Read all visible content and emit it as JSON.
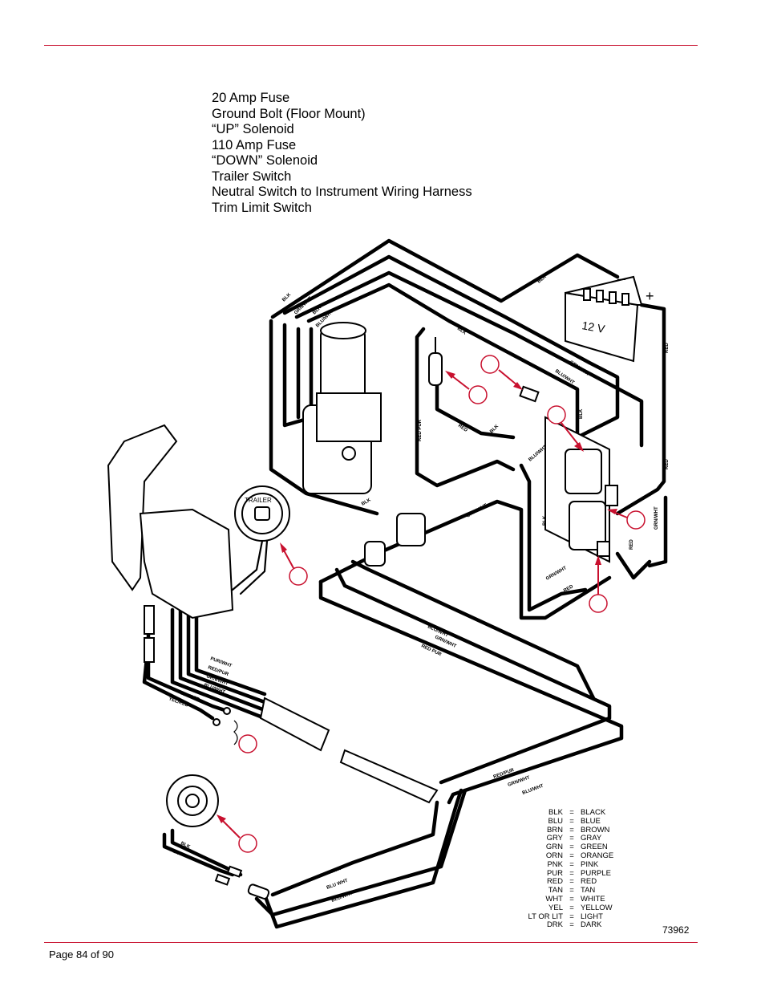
{
  "parts_list": [
    "20 Amp Fuse",
    "Ground Bolt (Floor Mount)",
    "“UP” Solenoid",
    "110 Amp Fuse",
    "“DOWN” Solenoid",
    "Trailer Switch",
    "Neutral Switch to Instrument Wiring Harness",
    "Trim Limit Switch"
  ],
  "diagram": {
    "battery_label": "12 V",
    "battery_negative": "–",
    "battery_positive": "+",
    "trailer_switch_label": "TRAILER",
    "wire_labels": {
      "blk": "BLK",
      "grn_wht": "GRN/WHT",
      "blu_wht": "BLU/WHT",
      "red": "RED",
      "red_pur": "RED PUR",
      "red_pur_slash": "RED/PUR",
      "pur_wht": "PUR/WHT",
      "pur_wht_space": "PUR WHT",
      "blu_wht_space": "BLU WHT",
      "yel_red": "YEL/RED"
    }
  },
  "legend": [
    {
      "abbr": "BLK",
      "full": "BLACK"
    },
    {
      "abbr": "BLU",
      "full": "BLUE"
    },
    {
      "abbr": "BRN",
      "full": "BROWN"
    },
    {
      "abbr": "GRY",
      "full": "GRAY"
    },
    {
      "abbr": "GRN",
      "full": "GREEN"
    },
    {
      "abbr": "ORN",
      "full": "ORANGE"
    },
    {
      "abbr": "PNK",
      "full": "PINK"
    },
    {
      "abbr": "PUR",
      "full": "PURPLE"
    },
    {
      "abbr": "RED",
      "full": "RED"
    },
    {
      "abbr": "TAN",
      "full": "TAN"
    },
    {
      "abbr": "WHT",
      "full": "WHITE"
    },
    {
      "abbr": "YEL",
      "full": "YELLOW"
    },
    {
      "abbr": "LT OR LIT",
      "full": "LIGHT"
    },
    {
      "abbr": "DRK",
      "full": "DARK"
    }
  ],
  "legend_separator": "=",
  "figure_number": "73962",
  "footer": "Page 84 of 90",
  "colors": {
    "accent_red": "#c8102e"
  }
}
